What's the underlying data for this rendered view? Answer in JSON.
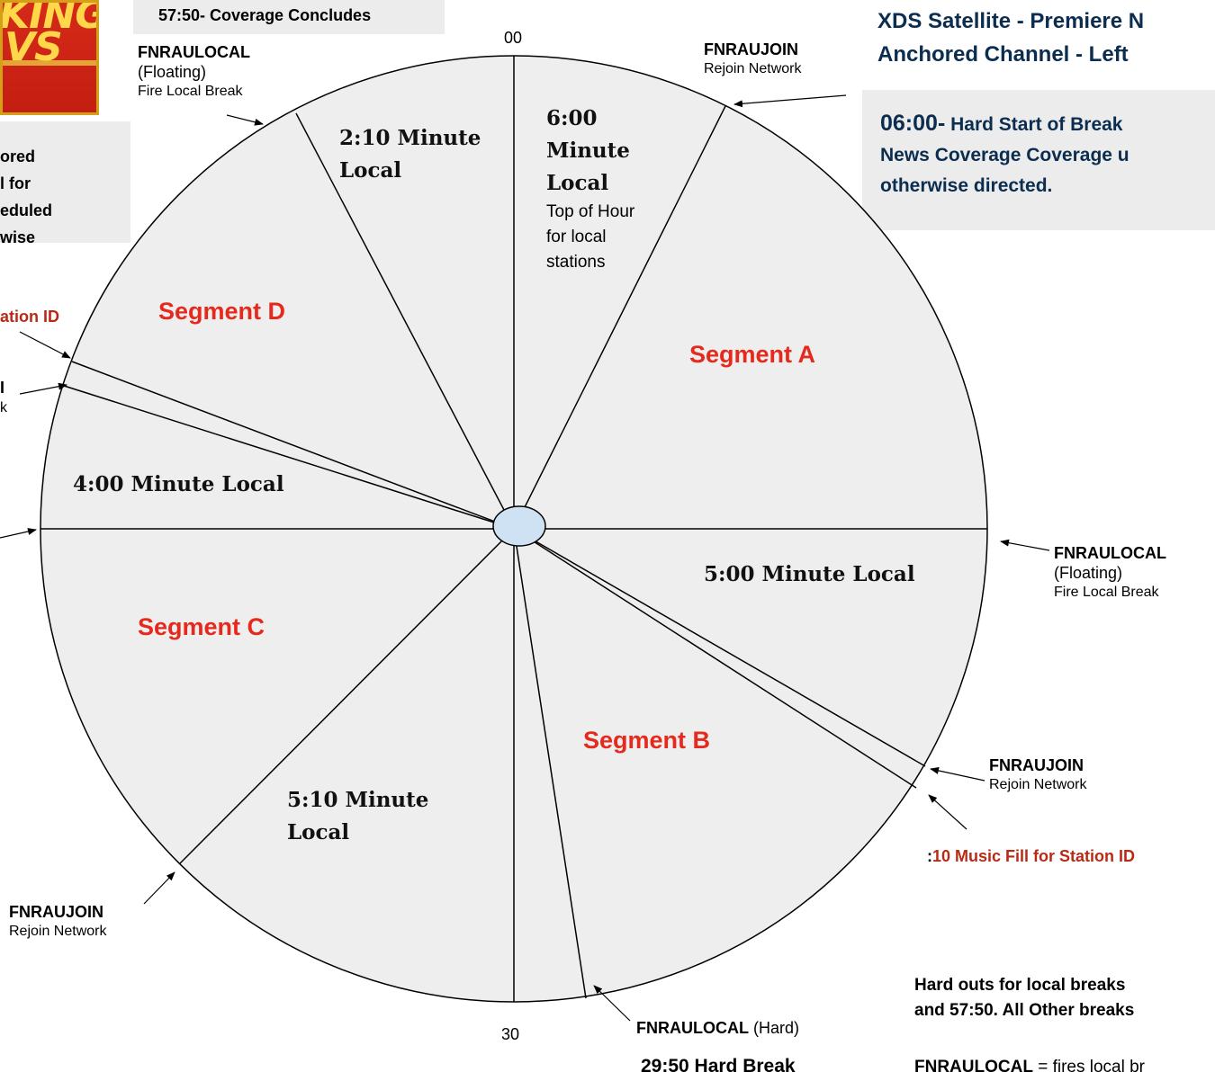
{
  "logo": {
    "line1": "KING",
    "line2": "VS"
  },
  "top_box": {
    "time": "57:50-",
    "text": " Coverage Concludes"
  },
  "clock": {
    "top_label": "00",
    "bottom_label": "30",
    "colors": {
      "face": "#eeeeee",
      "hub": "#cfe2f3",
      "stroke": "#000000",
      "segment_text": "#e6291d",
      "fill_text": "#b82a16"
    }
  },
  "header_right": {
    "line1": "XDS Satellite - Premiere N",
    "line2": "Anchored Channel - Left"
  },
  "hard_start": {
    "time": "06:00-",
    "line1": " Hard Start of Break",
    "line2": "News Coverage Coverage u",
    "line3": "otherwise directed."
  },
  "left_box": {
    "line1": "ored",
    "line2": "l for",
    "line3": "eduled",
    "line4": "wise"
  },
  "left_fragments": {
    "station_id": "ation ID",
    "fn_cut": "I",
    "k_cut": "k"
  },
  "annotations": {
    "fnraulocal_topleft": {
      "code": "FNRAULOCAL",
      "kind": "(Floating)",
      "desc": "Fire Local Break"
    },
    "fnraujoin_top": {
      "code": "FNRAUJOIN",
      "desc": "Rejoin Network"
    },
    "fnraulocal_right": {
      "code": "FNRAULOCAL",
      "kind": "(Floating)",
      "desc": "Fire Local Break"
    },
    "fnraujoin_right": {
      "code": "FNRAUJOIN",
      "desc": "Rejoin Network"
    },
    "music_fill": {
      "prefix": ":",
      "text": "10 Music Fill for Station ID"
    },
    "fnraujoin_bottomleft": {
      "code": "FNRAUJOIN",
      "desc": "Rejoin Network"
    },
    "fnraulocal_bottom": {
      "code": "FNRAULOCAL",
      "kind": " (Hard)"
    },
    "hard_break": "29:50 Hard Break"
  },
  "wedges": {
    "local_6": {
      "l1": "6:00",
      "l2": "Minute",
      "l3": "Local",
      "note1": "Top of Hour",
      "note2": "for local",
      "note3": "stations"
    },
    "local_2_10": {
      "l1": "2:10 Minute",
      "l2": "Local"
    },
    "local_4": "4:00 Minute Local",
    "local_5": "5:00 Minute Local",
    "local_5_10": {
      "l1": "5:10 Minute",
      "l2": "Local"
    }
  },
  "segments": {
    "a": "Segment A",
    "b": "Segment B",
    "c": "Segment C",
    "d": "Segment D"
  },
  "footer": {
    "line1": "Hard outs for local breaks",
    "line2": "and 57:50. All Other breaks",
    "def_code": "FNRAULOCAL",
    "def_text": " = fires local br"
  }
}
